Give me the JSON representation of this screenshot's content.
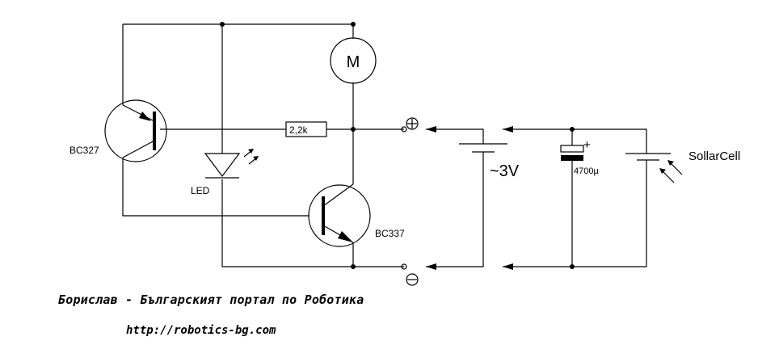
{
  "labels": {
    "q1": "BC327",
    "q2": "BC337",
    "led": "LED",
    "resistor": "2,2k",
    "motor": "M",
    "battery": "~3V",
    "capacitor": "4700µ",
    "cap_plus": "+",
    "solar": "SollarCell",
    "plus_terminal": "⊕",
    "minus_terminal": "⊖"
  },
  "caption": {
    "title": "Борислав - Българският портал по Роботика",
    "url": "http://robotics-bg.com"
  }
}
